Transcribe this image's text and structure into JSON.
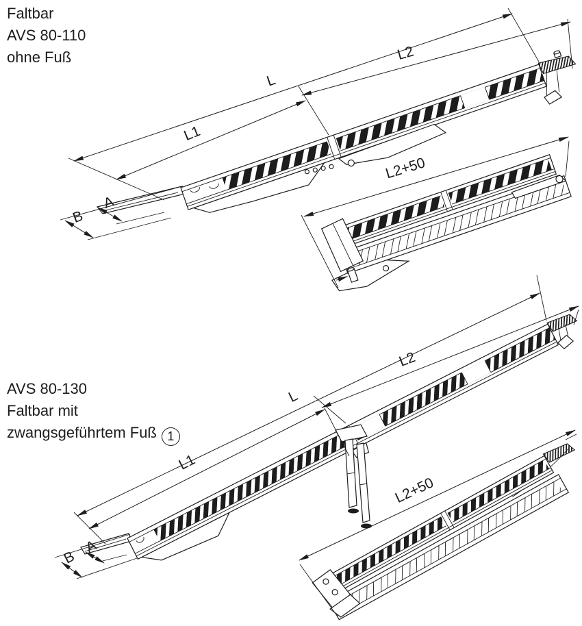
{
  "colors": {
    "ink": "#1d1d1d",
    "paper": "#ffffff"
  },
  "sections": {
    "top": {
      "label": {
        "line1": "Faltbar",
        "line2": "AVS 80-110",
        "line3": "ohne Fuß"
      },
      "dims": {
        "l": "L",
        "l1": "L1",
        "l2": "L2",
        "a": "A",
        "b": "B",
        "folded": "L2+50"
      }
    },
    "bottom": {
      "label": {
        "line1": "AVS 80-130",
        "line2": "Faltbar mit",
        "line3": "zwangsgeführtem Fuß"
      },
      "badge": "1",
      "dims": {
        "l": "L",
        "l1": "L1",
        "l2": "L2",
        "a": "A",
        "b": "B",
        "folded": "L2+50"
      }
    }
  }
}
